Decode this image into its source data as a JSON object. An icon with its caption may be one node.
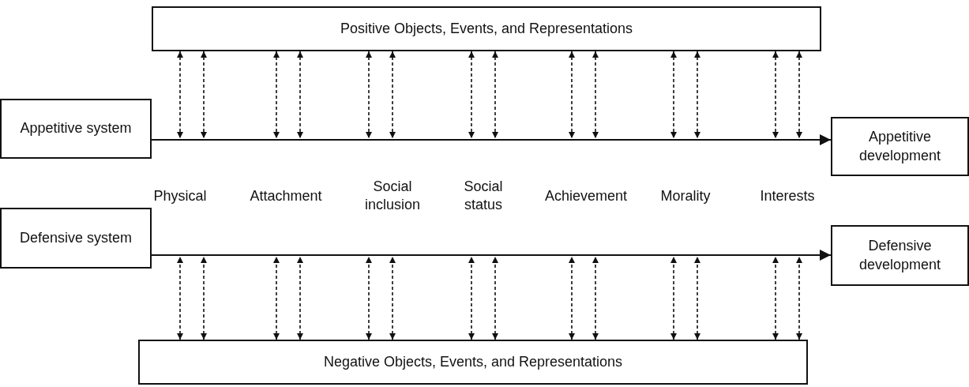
{
  "diagram": {
    "nodes": [
      {
        "text": [
          "Positive Objects, Events, and Representations"
        ]
      },
      {
        "text": [
          "Appetitive system"
        ]
      },
      {
        "text": [
          "Appetitive development"
        ]
      },
      {
        "text": [
          "Defensive system"
        ]
      },
      {
        "text": [
          "Defensive development"
        ]
      },
      {
        "text": [
          "Negative Objects, Events, and Representations"
        ]
      }
    ],
    "edges": [
      {
        "from": 1,
        "to": 2,
        "arrow": "to"
      },
      {
        "from": 3,
        "to": 4,
        "arrow": "to"
      },
      {
        "from": 0,
        "to": null,
        "arrow": "both",
        "style": "dashed"
      },
      {
        "from": 0,
        "to": null,
        "arrow": "both",
        "style": "dashed"
      },
      {
        "from": 0,
        "to": null,
        "arrow": "both",
        "style": "dashed"
      },
      {
        "from": 0,
        "to": null,
        "arrow": "both",
        "style": "dashed"
      },
      {
        "from": 0,
        "to": null,
        "arrow": "both",
        "style": "dashed"
      },
      {
        "from": 0,
        "to": null,
        "arrow": "both",
        "style": "dashed"
      },
      {
        "from": 0,
        "to": null,
        "arrow": "both",
        "style": "dashed"
      },
      {
        "from": 0,
        "to": null,
        "arrow": "both",
        "style": "dashed"
      },
      {
        "from": 0,
        "to": null,
        "arrow": "both",
        "style": "dashed"
      },
      {
        "from": 0,
        "to": null,
        "arrow": "both",
        "style": "dashed"
      },
      {
        "from": 0,
        "to": null,
        "arrow": "both",
        "style": "dashed"
      },
      {
        "from": 0,
        "to": null,
        "arrow": "both",
        "style": "dashed"
      },
      {
        "from": 0,
        "to": null,
        "arrow": "both",
        "style": "dashed"
      },
      {
        "from": 0,
        "to": null,
        "arrow": "both",
        "style": "dashed"
      },
      {
        "from": 5,
        "to": null,
        "arrow": "both",
        "style": "dashed"
      },
      {
        "from": 5,
        "to": null,
        "arrow": "both",
        "style": "dashed"
      },
      {
        "from": 5,
        "to": null,
        "arrow": "both",
        "style": "dashed"
      },
      {
        "from": 5,
        "to": null,
        "arrow": "both",
        "style": "dashed"
      },
      {
        "from": 5,
        "to": null,
        "arrow": "both",
        "style": "dashed"
      },
      {
        "from": 5,
        "to": null,
        "arrow": "both",
        "style": "dashed"
      },
      {
        "from": 5,
        "to": null,
        "arrow": "both",
        "style": "dashed"
      },
      {
        "from": 5,
        "to": null,
        "arrow": "both",
        "style": "dashed"
      },
      {
        "from": 5,
        "to": null,
        "arrow": "both",
        "style": "dashed"
      },
      {
        "from": 5,
        "to": null,
        "arrow": "both",
        "style": "dashed"
      },
      {
        "from": 5,
        "to": null,
        "arrow": "both",
        "style": "dashed"
      },
      {
        "from": 5,
        "to": null,
        "arrow": "both",
        "style": "dashed"
      },
      {
        "from": 5,
        "to": null,
        "arrow": "both",
        "style": "dashed"
      },
      {
        "from": 5,
        "to": null,
        "arrow": "both",
        "style": "dashed"
      }
    ],
    "labels": [
      "Physical",
      "Attachment",
      "Social inclusion",
      "Social status",
      "Achievement",
      "Morality",
      "Interests"
    ]
  }
}
